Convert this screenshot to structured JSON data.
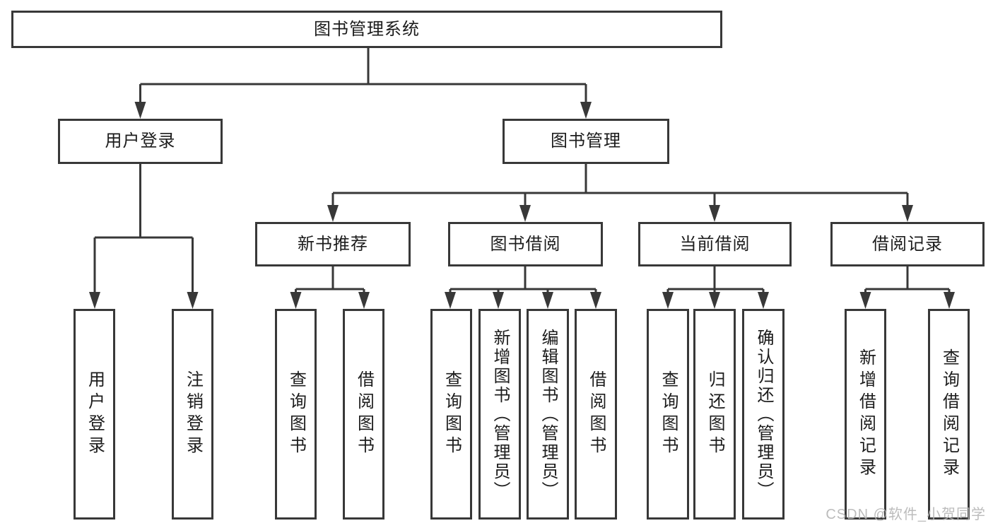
{
  "diagram": {
    "root": "图书管理系统",
    "level2": [
      "用户登录",
      "图书管理"
    ],
    "level3": [
      "新书推荐",
      "图书借阅",
      "当前借阅",
      "借阅记录"
    ],
    "leaves": {
      "user": [
        "用户登录",
        "注销登录"
      ],
      "recommend": [
        "查询图书",
        "借阅图书"
      ],
      "borrow": [
        "查询图书",
        "新增图书（管理员）",
        "编辑图书（管理员）",
        "借阅图书"
      ],
      "current": [
        "查询图书",
        "归还图书",
        "确认归还（管理员）"
      ],
      "records": [
        "新增借阅记录",
        "查询借阅记录"
      ]
    }
  },
  "watermark": "CSDN @软件_小贺同学",
  "colors": {
    "line": "#383838",
    "text": "#1c1c1c",
    "box_background": "#ffffff",
    "watermark": "#b5b5b5"
  }
}
